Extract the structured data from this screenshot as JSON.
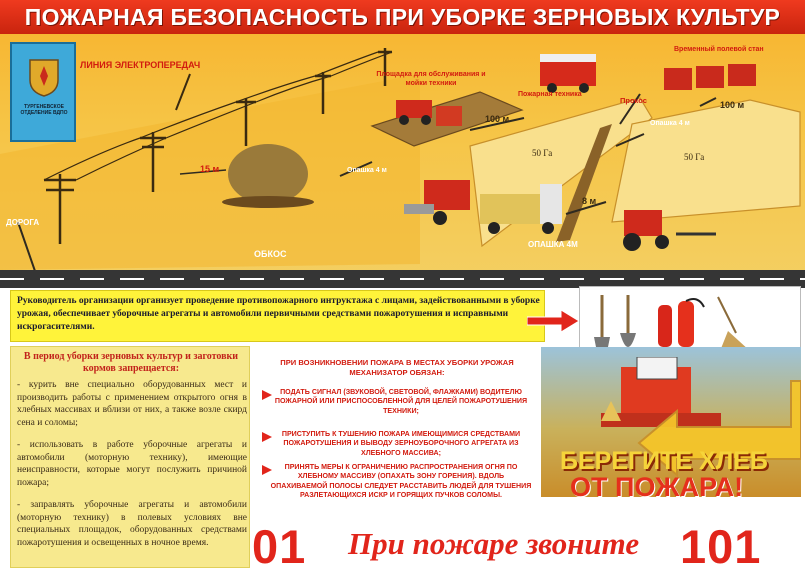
{
  "title": "ПОЖАРНАЯ БЕЗОПАСНОСТЬ ПРИ УБОРКЕ ЗЕРНОВЫХ КУЛЬТУР",
  "emblem": {
    "text": "ТУРГЕНЕВСКОЕ ОТДЕЛЕНИЕ ВДПО"
  },
  "scene": {
    "power_line": "ЛИНИЯ ЭЛЕКТРОПЕРЕДАЧ",
    "service_area": "Площадка для обслуживания и мойки техники",
    "fire_equipment": "Пожарная техника",
    "field_camp": "Временный полевой стан",
    "dist_15": "15 м",
    "dist_100_left": "100 м",
    "dist_100_right": "100 м",
    "dist_8": "8 м",
    "plowing_4_left": "Опашка 4 м",
    "plowing_4_right": "Опашка 4 м",
    "plowing_4_big": "ОПАШКА 4М",
    "field_50_left": "50 Га",
    "field_50_right": "50 Га",
    "passage": "Прокос",
    "road": "ДОРОГА",
    "mowing": "ОБКОС"
  },
  "leader_text": "Руководитель организации организует проведение противопожарного интруктажа с лицами, задействованными в уборке урожая, обеспечивает уборочные агрегаты и автомобили первичными средствами пожаротушения и исправными искрогасителями.",
  "prohibited": {
    "heading": "В период уборки зерновых культур и заготовки кормов запрещается:",
    "items": [
      "- курить вне специально оборудованных мест и производить работы с применением открытого огня в хлебных массивах и вблизи от них, а также возле скирд сена и соломы;",
      "- использовать в работе уборочные агрегаты и автомобили (моторную технику), имеющие неисправности, которые могут послужить причиной пожара;",
      "- заправлять уборочные агрегаты и автомобили (моторную технику) в полевых условиях вне специальных площадок, оборудованных средствами пожаротушения и освещенных в ночное время."
    ]
  },
  "fire_actions": {
    "heading": "ПРИ ВОЗНИКНОВЕНИИ ПОЖАРА В МЕСТАХ УБОРКИ УРОЖАЯ МЕХАНИЗАТОР ОБЯЗАН:",
    "items": [
      "ПОДАТЬ СИГНАЛ (ЗВУКОВОЙ, СВЕТОВОЙ, ФЛАЖКАМИ) ВОДИТЕЛЮ ПОЖАРНОЙ ИЛИ ПРИСПОСОБЛЕННОЙ ДЛЯ ЦЕЛЕЙ ПОЖАРОТУШЕНИЯ ТЕХНИКИ;",
      "ПРИСТУПИТЬ К ТУШЕНИЮ ПОЖАРА ИМЕЮЩИМИСЯ СРЕДСТВАМИ ПОЖАРОТУШЕНИЯ И ВЫВОДУ ЗЕРНОУБОРОЧНОГО АГРЕГАТА ИЗ ХЛЕБНОГО МАССИВА;",
      "ПРИНЯТЬ МЕРЫ К ОГРАНИЧЕНИЮ РАСПРОСТРАНЕНИЯ ОГНЯ ПО ХЛЕБНОМУ МАССИВУ (ОПАХАТЬ ЗОНУ ГОРЕНИЯ). ВДОЛЬ ОПАХИВАЕМОЙ ПОЛОСЫ СЛЕДУЕТ РАССТАВИТЬ ЛЮДЕЙ ДЛЯ ТУШЕНИЯ РАЗЛЕТАЮЩИХСЯ ИСКР И ГОРЯЩИХ ПУЧКОВ СОЛОМЫ."
    ]
  },
  "slogan": {
    "line1": "БЕРЕГИТЕ ХЛЕБ",
    "line2": "ОТ ПОЖАРА!"
  },
  "call": {
    "left": "01",
    "middle": "При пожаре звоните",
    "right": "101"
  },
  "colors": {
    "title_bar": "#d82c14",
    "scene_bg": "#f6c445",
    "accent_red": "#e1251b",
    "leader_box": "#fff33a",
    "left_panel": "#f7e98e"
  }
}
